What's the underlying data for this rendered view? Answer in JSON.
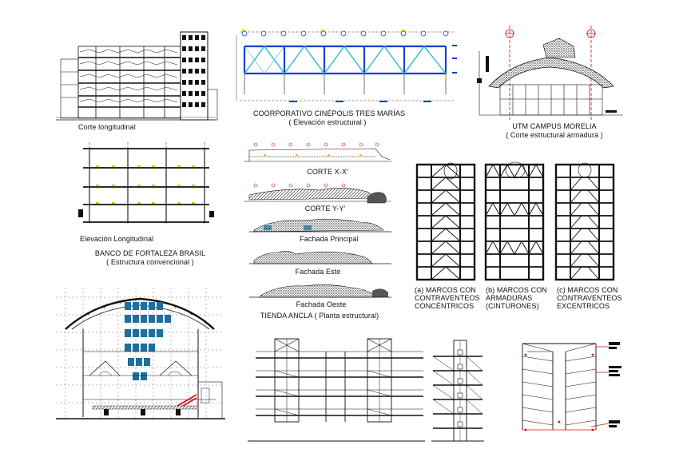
{
  "colors": {
    "line": "#111111",
    "blue_structure": "#1a3fd0",
    "cyan_bracing": "#27b6d9",
    "yellow_marks": "#e6c800",
    "red_marks": "#d01010",
    "teal_glazing": "#1e6f9a"
  },
  "drawings": {
    "corte_longitudinal": {
      "title": "Corte longitudinal"
    },
    "cinepolis": {
      "title": "COORPORATIVO CINÉPOLIS TRES MARÍAS",
      "subtitle": "( Elevación estructural )"
    },
    "utm": {
      "title": "UTM CAMPUS MORELIA",
      "subtitle": "( Corte estructural armadura )"
    },
    "banco": {
      "title_elev": "Elevación Longitudinal",
      "title": "BANCO DE FORTALEZA BRASIL",
      "subtitle": "( Estructura convencional )"
    },
    "tienda": {
      "corte_x": "CORTE X-X'",
      "corte_y": "CORTE Y-Y'",
      "fachada_principal": "Fachada Principal",
      "fachada_este": "Fachada Este",
      "fachada_oeste": "Fachada Oeste",
      "title": "TIENDA ANCLA ( Planta estructural)"
    },
    "marcos": [
      {
        "label": "(a) MARCOS CON\nCONTRAVENTEOS\nCONCÉNTRICOS"
      },
      {
        "label": "(b) MARCOS CON\nARMADURAS\n(CINTURONES)"
      },
      {
        "label": "(c) MARCOS CON\nCONTRAVENTEOS\nEXCENTRICOS"
      }
    ]
  }
}
